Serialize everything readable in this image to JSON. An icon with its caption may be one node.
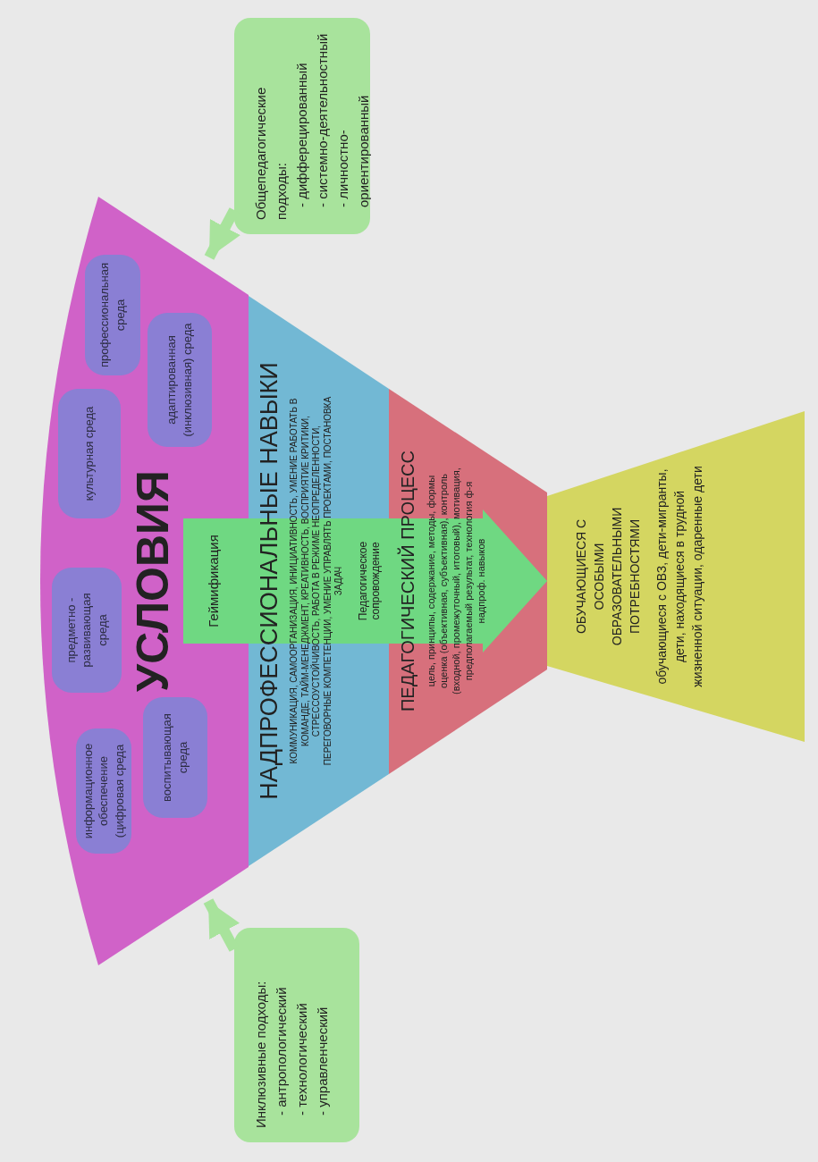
{
  "diagram": {
    "nodes": [
      {
        "text": [
          "УСЛОВИЯ"
        ]
      },
      {
        "text": [
          "информационное обеспечение (цифровая среда"
        ],
        "in": 0
      },
      {
        "text": [
          "предметно - развивающая среда"
        ],
        "in": 0
      },
      {
        "text": [
          "культурная среда"
        ],
        "in": 0
      },
      {
        "text": [
          "профессиональная среда"
        ],
        "in": 0
      },
      {
        "text": [
          "воспитывающая среда"
        ],
        "in": 0
      },
      {
        "text": [
          "адаптированная (инклюзивная) среда"
        ],
        "in": 0
      },
      {
        "text": [
          "НАДПРОФЕССИОНАЛЬНЫЕ НАВЫКИ",
          "КОММУНИКАЦИЯ, САМООРГАНИЗАЦИЯ, ИНИЦИАТИВНОСТЬ, УМЕНИЕ РАБОТАТЬ В КОМАНДЕ, ТАЙМ-МЕНЕДЖМЕНТ, КРЕАТИВНОСТЬ, ВОСПРИЯТИЕ КРИТИКИ, СТРЕССОУСТОЙЧИВОСТЬ, РАБОТА В РЕЖИМЕ НЕОПРЕДЕЛЕННОСТИ, ПЕРЕГОВОРНЫЕ КОМПЕТЕНЦИИ, УМЕНИЕ УПРАВЛЯТЬ ПРОЕКТАМИ, ПОСТАНОВКА ЗАДАЧ"
        ]
      },
      {
        "text": [
          "ПЕДАГОГИЧЕСКИЙ ПРОЦЕСС",
          "цель, принципы, содержание, методы, формы оценка (объективная, субъективная), контроль (входной, промежуточный, итоговый), мотивация, предполагаемый результат, технология ф-я надпроф. навыков"
        ]
      },
      {
        "text": [
          "ОБУЧАЮЩИЕСЯ С ОСОБЫМИ ОБРАЗОВАТЕЛЬНЫМИ ПОТРЕБНОСТЯМИ",
          "обучающиеся с ОВЗ, дети-мигранты, дети, находящиеся в трудной жизненной ситуации, одаренные дети"
        ]
      },
      {
        "text": [
          "Геймификация"
        ],
        "in": 0
      },
      {
        "text": [
          "Педагогическое сопровождение"
        ],
        "in": 7
      },
      {
        "text": [
          "Общепедагогические подходы:",
          "- дифферецированный",
          "- системно-деятельностный",
          "- личностно-ориентированный"
        ]
      },
      {
        "text": [
          "Инклюзивные подходы:",
          "- антропологический",
          "- технологический",
          "- управленческий"
        ]
      }
    ],
    "edges": [
      {
        "from": 10,
        "to": 11,
        "arrow": "none",
        "style": "thick",
        "color": "#6fd882"
      },
      {
        "from": 11,
        "to": 8,
        "arrow": "to",
        "style": "thick",
        "color": "#6fd882"
      },
      {
        "from": 12,
        "to": 0,
        "arrow": "to"
      },
      {
        "from": 13,
        "to": 0,
        "arrow": "to"
      }
    ]
  }
}
